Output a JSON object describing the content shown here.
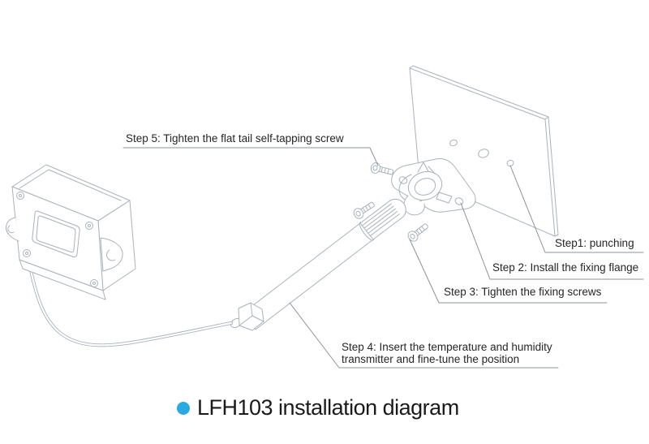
{
  "colors": {
    "accent": "#29abe2",
    "line_art": "#a9b2bb",
    "leader": "#8d949c",
    "text": "#262626"
  },
  "labels": {
    "step5": "Step 5: Tighten the flat tail self-tapping screw",
    "step1": "Step1: punching",
    "step2": "Step 2: Install the fixing flange",
    "step3": "Step 3: Tighten the fixing screws",
    "step4_line1": "Step 4: Insert the temperature and humidity",
    "step4_line2": "transmitter and fine-tune the position"
  },
  "title": {
    "text": "LFH103 installation diagram"
  }
}
